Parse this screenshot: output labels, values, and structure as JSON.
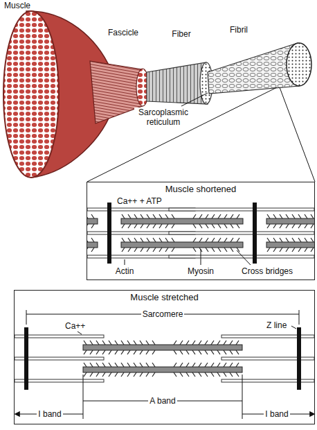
{
  "diagram": {
    "nodes": [
      {
        "text": [
          "Muscle shortened"
        ]
      },
      {
        "text": [
          "Muscle stretched"
        ]
      }
    ],
    "labels": [
      "Muscle",
      "Fascicle",
      "Fiber",
      "Fibril",
      "Sarcoplasmic reticulum",
      "Ca++ + ATP",
      "Actin",
      "Myosin",
      "Cross bridges",
      "Sarcomere",
      "Ca++",
      "Z line",
      "I band",
      "A band",
      "I band"
    ]
  }
}
